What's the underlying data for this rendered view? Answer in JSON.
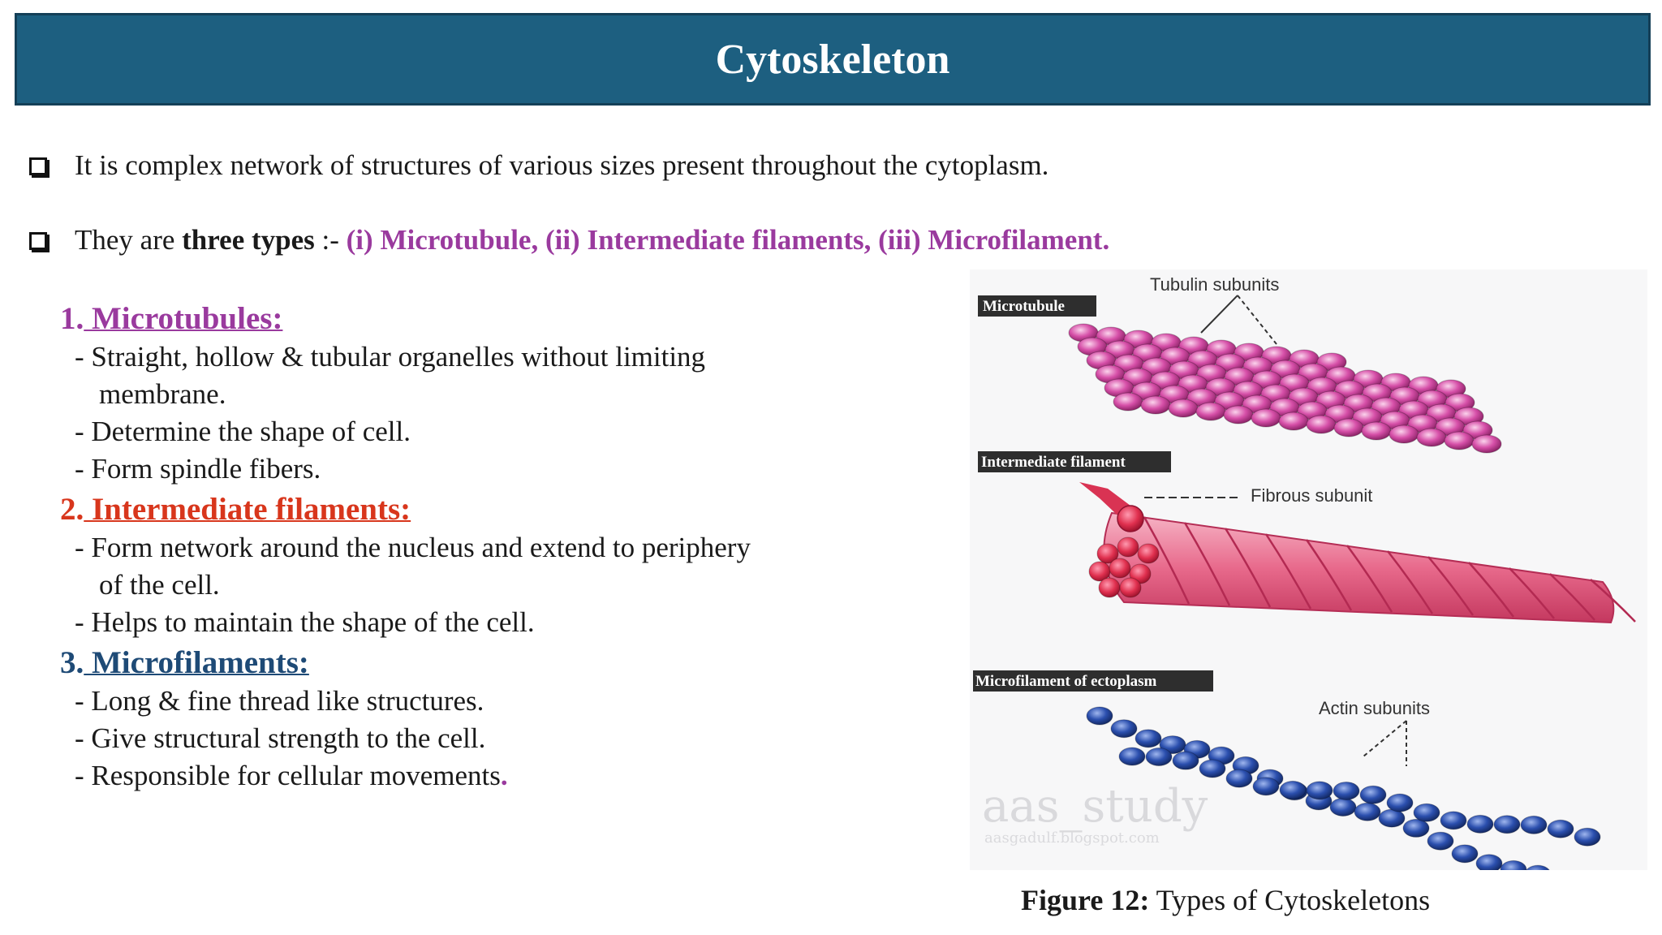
{
  "title": "Cytoskeleton",
  "bullets": {
    "b1": "It is complex network of structures of various sizes present throughout the cytoplasm.",
    "b2_pre": "They are ",
    "b2_bold": "three types",
    "b2_mid": " :- ",
    "b2_types": "(i) Microtubule, (ii) Intermediate filaments, (iii) Microfilament."
  },
  "sections": [
    {
      "num": "1.",
      "label": " Microtubules: ",
      "color": "#9a3a9e",
      "lines": [
        "- Straight, hollow & tubular organelles without limiting",
        "membrane.",
        "- Determine the shape of cell.",
        "- Form spindle fibers."
      ]
    },
    {
      "num": "2.",
      "label": " Intermediate filaments:",
      "color": "#d8361c",
      "lines": [
        "- Form network around the nucleus and extend to periphery",
        "of the cell.",
        "- Helps to maintain the shape of the cell."
      ]
    },
    {
      "num": "3.",
      "label": " Microfilaments:",
      "color": "#1e4a76",
      "lines": [
        "- Long & fine thread like structures.",
        "- Give structural strength to the cell.",
        "- Responsible for cellular movements",
        "."
      ]
    }
  ],
  "figure": {
    "label_microtubule": "Microtubule",
    "label_tubulin": "Tubulin subunits",
    "label_intermediate": "Intermediate filament",
    "label_fibrous": "Fibrous subunit",
    "label_microfilament": "Microfilament of ectoplasm",
    "label_actin": "Actin subunits",
    "watermark": "aas_study",
    "watermark_url": "aasgadulf.blogspot.com",
    "colors": {
      "tubulin": "#d64fa8",
      "fibrous": "#e05577",
      "actin": "#2b4fae"
    }
  },
  "caption": {
    "bold": "Figure 12:",
    "text": " Types of Cytoskeletons"
  }
}
